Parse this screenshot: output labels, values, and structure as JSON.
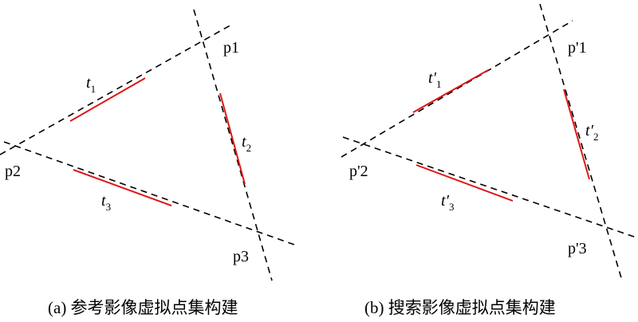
{
  "left": {
    "points": [
      "p1",
      "p2",
      "p3"
    ],
    "segments": [
      {
        "letter": "t",
        "prime": "",
        "sub": "1"
      },
      {
        "letter": "t",
        "prime": "",
        "sub": "2"
      },
      {
        "letter": "t",
        "prime": "",
        "sub": "3"
      }
    ],
    "caption": "(a) 参考影像虚拟点集构建"
  },
  "right": {
    "points": [
      "p'1",
      "p'2",
      "p'3"
    ],
    "segments": [
      {
        "letter": "t",
        "prime": "′",
        "sub": "1"
      },
      {
        "letter": "t",
        "prime": "′",
        "sub": "2"
      },
      {
        "letter": "t",
        "prime": "′",
        "sub": "3"
      }
    ],
    "caption": "(b) 搜索影像虚拟点集构建"
  },
  "colors": {
    "segment": "#e01515",
    "line": "#000000"
  }
}
